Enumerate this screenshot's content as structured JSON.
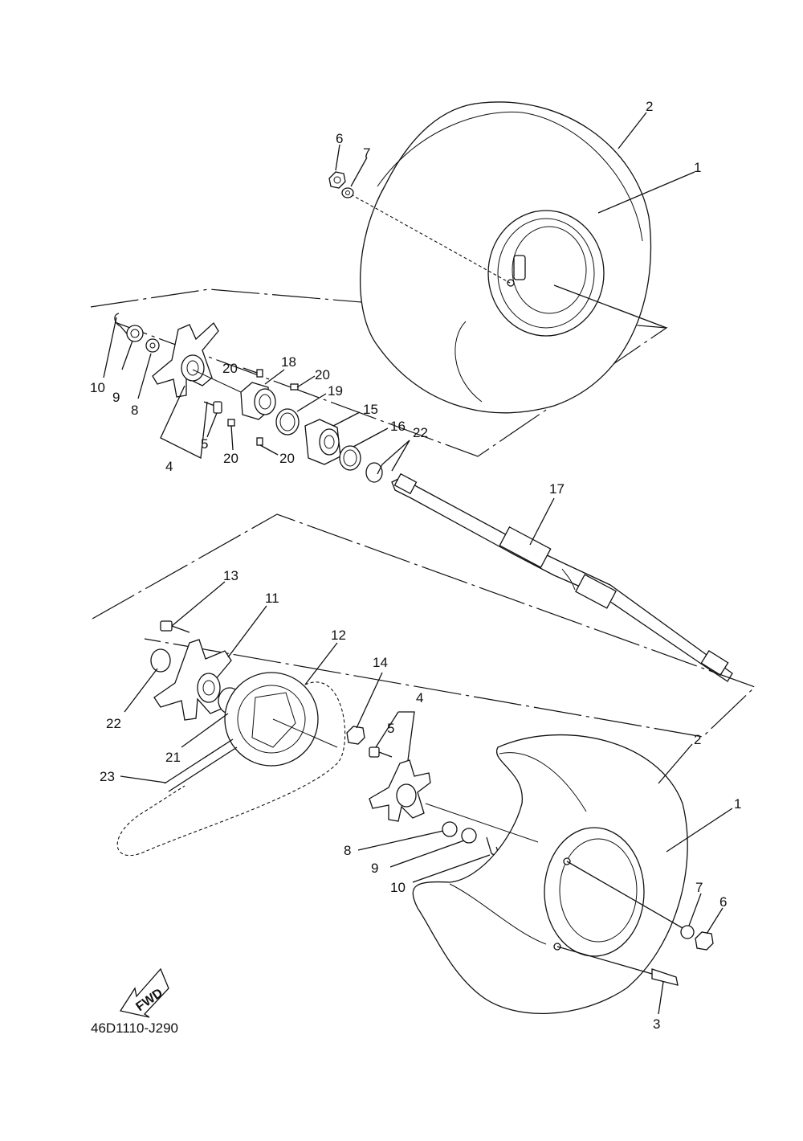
{
  "diagram": {
    "id_code": "46D1110-J290",
    "fwd_label": "FWD",
    "callouts": [
      {
        "key": "c_top_2",
        "label": "2"
      },
      {
        "key": "c_top_1",
        "label": "1"
      },
      {
        "key": "c_top_6",
        "label": "6"
      },
      {
        "key": "c_top_7",
        "label": "7"
      },
      {
        "key": "c_top_10",
        "label": "10"
      },
      {
        "key": "c_top_9",
        "label": "9"
      },
      {
        "key": "c_top_8",
        "label": "8"
      },
      {
        "key": "c_top_4",
        "label": "4"
      },
      {
        "key": "c_top_5",
        "label": "5"
      },
      {
        "key": "c_top_20a",
        "label": "20"
      },
      {
        "key": "c_top_18",
        "label": "18"
      },
      {
        "key": "c_top_20b",
        "label": "20"
      },
      {
        "key": "c_top_19",
        "label": "19"
      },
      {
        "key": "c_top_15",
        "label": "15"
      },
      {
        "key": "c_top_16",
        "label": "16"
      },
      {
        "key": "c_top_22",
        "label": "22"
      },
      {
        "key": "c_top_20c",
        "label": "20"
      },
      {
        "key": "c_top_20d",
        "label": "20"
      },
      {
        "key": "c_17",
        "label": "17"
      },
      {
        "key": "c_13",
        "label": "13"
      },
      {
        "key": "c_11",
        "label": "11"
      },
      {
        "key": "c_12",
        "label": "12"
      },
      {
        "key": "c_14",
        "label": "14"
      },
      {
        "key": "c_bot_4",
        "label": "4"
      },
      {
        "key": "c_bot_5",
        "label": "5"
      },
      {
        "key": "c_bot_22",
        "label": "22"
      },
      {
        "key": "c_21",
        "label": "21"
      },
      {
        "key": "c_23",
        "label": "23"
      },
      {
        "key": "c_bot_2",
        "label": "2"
      },
      {
        "key": "c_bot_1",
        "label": "1"
      },
      {
        "key": "c_bot_8",
        "label": "8"
      },
      {
        "key": "c_bot_9",
        "label": "9"
      },
      {
        "key": "c_bot_10",
        "label": "10"
      },
      {
        "key": "c_bot_7",
        "label": "7"
      },
      {
        "key": "c_bot_6",
        "label": "6"
      },
      {
        "key": "c_bot_3",
        "label": "3"
      }
    ]
  }
}
